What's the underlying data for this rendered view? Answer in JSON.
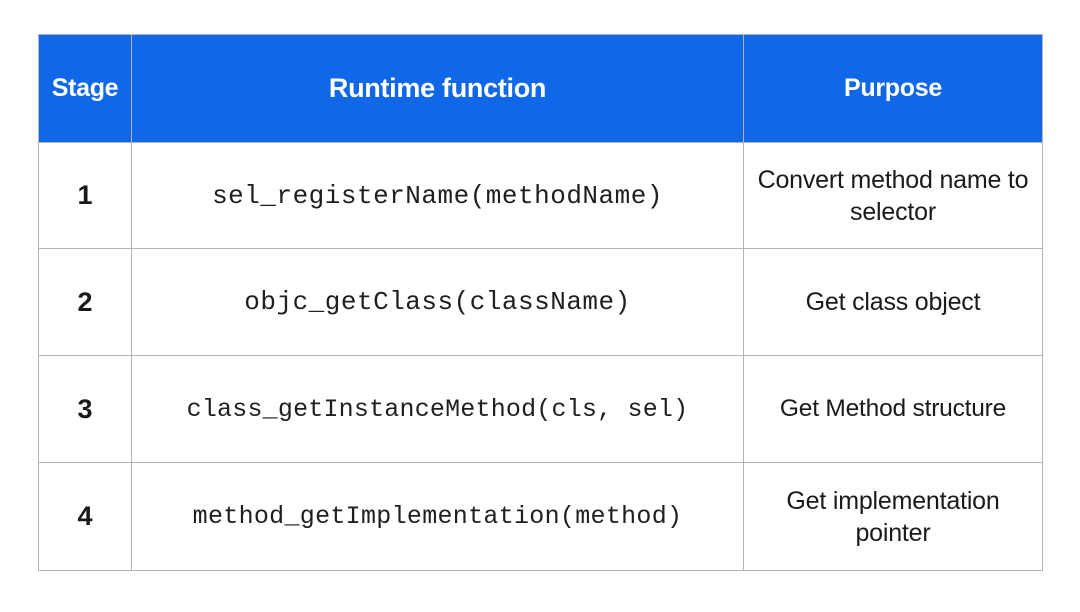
{
  "table": {
    "columns": [
      {
        "key": "stage",
        "label": "Stage"
      },
      {
        "key": "func",
        "label": "Runtime function"
      },
      {
        "key": "purpose",
        "label": "Purpose"
      }
    ],
    "header_background": "#1068E8",
    "header_text_color": "#FFFFFF",
    "border_color": "#B4B4B4",
    "rows": [
      {
        "stage": "1",
        "func": "sel_registerName(methodName)",
        "purpose": "Convert method name to selector"
      },
      {
        "stage": "2",
        "func": "objc_getClass(className)",
        "purpose": "Get class object"
      },
      {
        "stage": "3",
        "func": "class_getInstanceMethod(cls, sel)",
        "purpose": "Get Method structure"
      },
      {
        "stage": "4",
        "func": "method_getImplementation(method)",
        "purpose": "Get implementation pointer"
      }
    ]
  }
}
